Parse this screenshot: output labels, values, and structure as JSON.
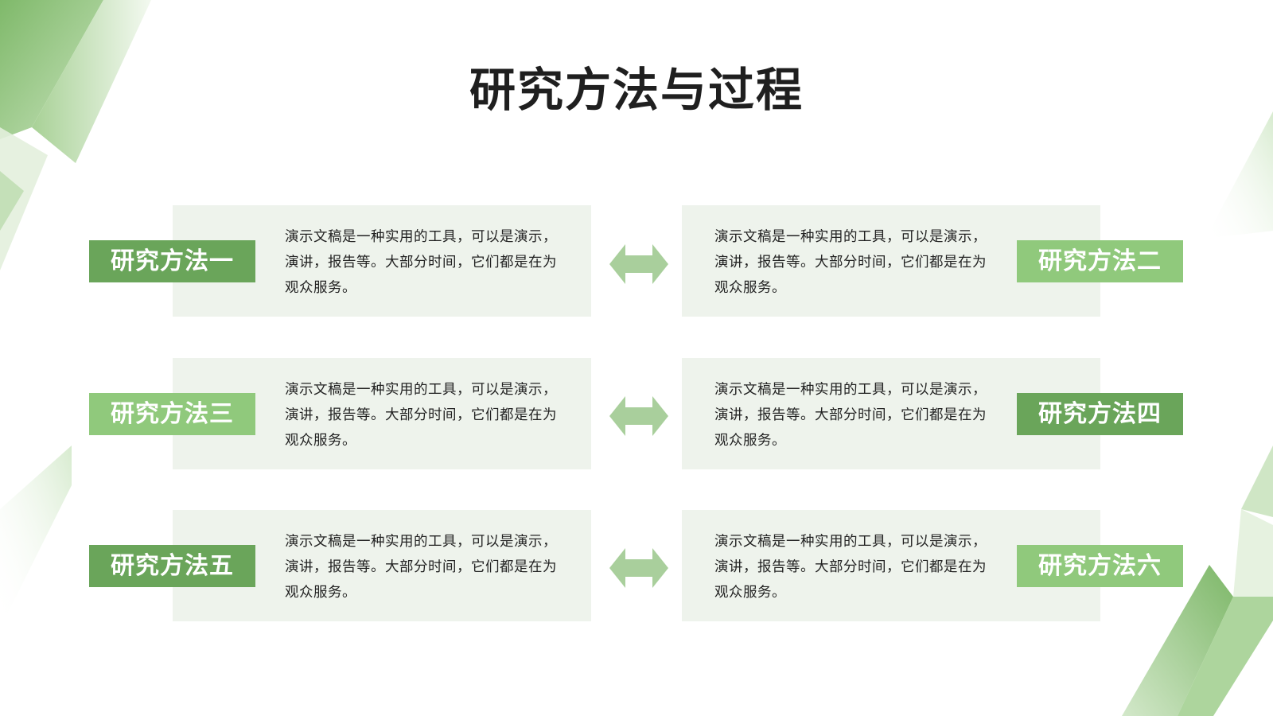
{
  "title": "研究方法与过程",
  "colors": {
    "accent_dark": "#6aa55a",
    "accent_light": "#90c97c",
    "card_bg": "#eef3ec",
    "arrow": "#a9cf9c"
  },
  "methods": [
    {
      "label": "研究方法一",
      "description": "演示文稿是一种实用的工具，可以是演示，演讲，报告等。大部分时间，它们都是在为观众服务。"
    },
    {
      "label": "研究方法二",
      "description": "演示文稿是一种实用的工具，可以是演示，演讲，报告等。大部分时间，它们都是在为观众服务。"
    },
    {
      "label": "研究方法三",
      "description": "演示文稿是一种实用的工具，可以是演示，演讲，报告等。大部分时间，它们都是在为观众服务。"
    },
    {
      "label": "研究方法四",
      "description": "演示文稿是一种实用的工具，可以是演示，演讲，报告等。大部分时间，它们都是在为观众服务。"
    },
    {
      "label": "研究方法五",
      "description": "演示文稿是一种实用的工具，可以是演示，演讲，报告等。大部分时间，它们都是在为观众服务。"
    },
    {
      "label": "研究方法六",
      "description": "演示文稿是一种实用的工具，可以是演示，演讲，报告等。大部分时间，它们都是在为观众服务。"
    }
  ],
  "icons": {
    "connector": "double-arrow-icon"
  }
}
